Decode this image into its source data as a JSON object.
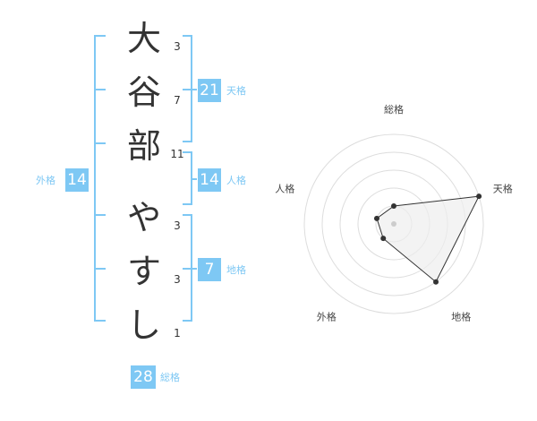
{
  "name": {
    "chars": [
      {
        "char": "大",
        "strokes": "3"
      },
      {
        "char": "谷",
        "strokes": "7"
      },
      {
        "char": "部",
        "strokes": "11"
      },
      {
        "char": "や",
        "strokes": "3"
      },
      {
        "char": "す",
        "strokes": "3"
      },
      {
        "char": "し",
        "strokes": "1"
      }
    ]
  },
  "fortune": {
    "tenkaku": {
      "value": "21",
      "label": "天格"
    },
    "jinkaku": {
      "value": "14",
      "label": "人格"
    },
    "chikaku": {
      "value": "7",
      "label": "地格"
    },
    "gaikaku": {
      "value": "14",
      "label": "外格"
    },
    "soukaku": {
      "value": "28",
      "label": "総格"
    }
  },
  "colors": {
    "accent": "#7ec8f4",
    "text": "#333333",
    "radar_fill": "#eeeeee"
  },
  "chart_data": {
    "type": "radar",
    "axes": [
      "総格",
      "天格",
      "地格",
      "外格",
      "人格"
    ],
    "values": [
      1,
      5,
      4,
      1,
      1
    ],
    "rings": 5,
    "max": 5
  }
}
